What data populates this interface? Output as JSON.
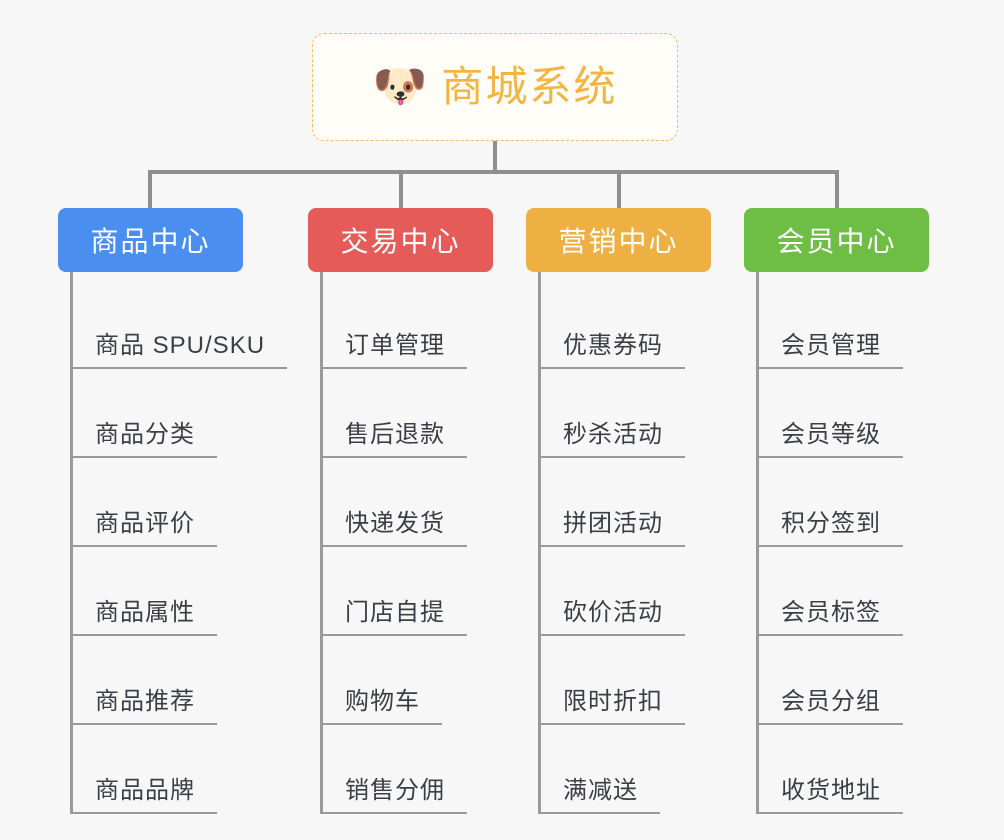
{
  "diagram": {
    "type": "mindmap",
    "background_color": "#f7f7f7",
    "root": {
      "icon": "shiba-dog-face-emoji",
      "icon_glyph": "🐶",
      "title": "商城系统",
      "text_color": "#f2b544",
      "border_color": "#f0bc5e",
      "fill_color": "#fffdf7",
      "border_style": "dashed"
    },
    "connector_color": "#8f8f8f",
    "branches": [
      {
        "id": "product-center",
        "label": "商品中心",
        "color": "#4a8ef0",
        "items": [
          "商品 SPU/SKU",
          "商品分类",
          "商品评价",
          "商品属性",
          "商品推荐",
          "商品品牌"
        ]
      },
      {
        "id": "trade-center",
        "label": "交易中心",
        "color": "#e55b57",
        "items": [
          "订单管理",
          "售后退款",
          "快递发货",
          "门店自提",
          "购物车",
          "销售分佣"
        ]
      },
      {
        "id": "marketing-center",
        "label": "营销中心",
        "color": "#eeaf43",
        "items": [
          "优惠券码",
          "秒杀活动",
          "拼团活动",
          "砍价活动",
          "限时折扣",
          "满减送"
        ]
      },
      {
        "id": "member-center",
        "label": "会员中心",
        "color": "#6ebe45",
        "items": [
          "会员管理",
          "会员等级",
          "积分签到",
          "会员标签",
          "会员分组",
          "收货地址"
        ]
      }
    ]
  }
}
